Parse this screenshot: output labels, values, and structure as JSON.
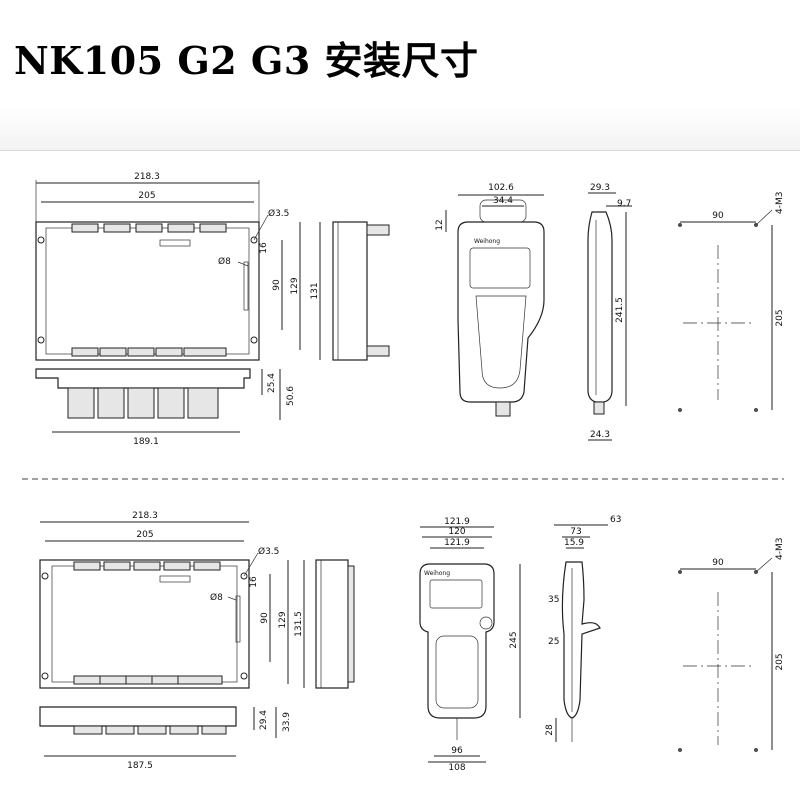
{
  "title": "NK105 G2 G3 安装尺寸",
  "top_section": {
    "controller": {
      "overall_width": "218.3",
      "mount_pitch": "205",
      "hole_dia": "Ø3.5",
      "slot_dia": "Ø8",
      "small_dim": "16",
      "inner_height": "90",
      "pitch_height": "129",
      "side_height": "131",
      "depth_a": "25.4",
      "depth_b": "50.6",
      "bottom_width": "189.1"
    },
    "handheld": {
      "width": "102.6",
      "handle_width": "34.4",
      "top_offset": "12",
      "side_top": "29.3",
      "side_small": "9.7",
      "height": "241.5",
      "side_bottom": "24.3",
      "brand": "Weihong"
    },
    "bracket": {
      "hole_label": "4-M3",
      "width": "90",
      "height": "205"
    }
  },
  "bottom_section": {
    "controller": {
      "overall_width": "218.3",
      "mount_pitch": "205",
      "hole_dia": "Ø3.5",
      "slot_dia": "Ø8",
      "small_dim": "16",
      "inner_height": "90",
      "pitch_height": "129",
      "side_height": "131.5",
      "depth_a": "29.4",
      "depth_b": "33.9",
      "bottom_width": "187.5"
    },
    "handheld": {
      "width_outer": "121.9",
      "width_mid": "120",
      "width_top": "121.9",
      "height": "245",
      "bottom_inner": "96",
      "bottom_outer": "108",
      "side_total": "63",
      "side_a": "73",
      "side_b": "15.9",
      "side_c": "35",
      "side_d": "25",
      "side_bottom": "28",
      "brand": "Weihong"
    },
    "bracket": {
      "hole_label": "4-M3",
      "width": "90",
      "height": "205"
    }
  }
}
